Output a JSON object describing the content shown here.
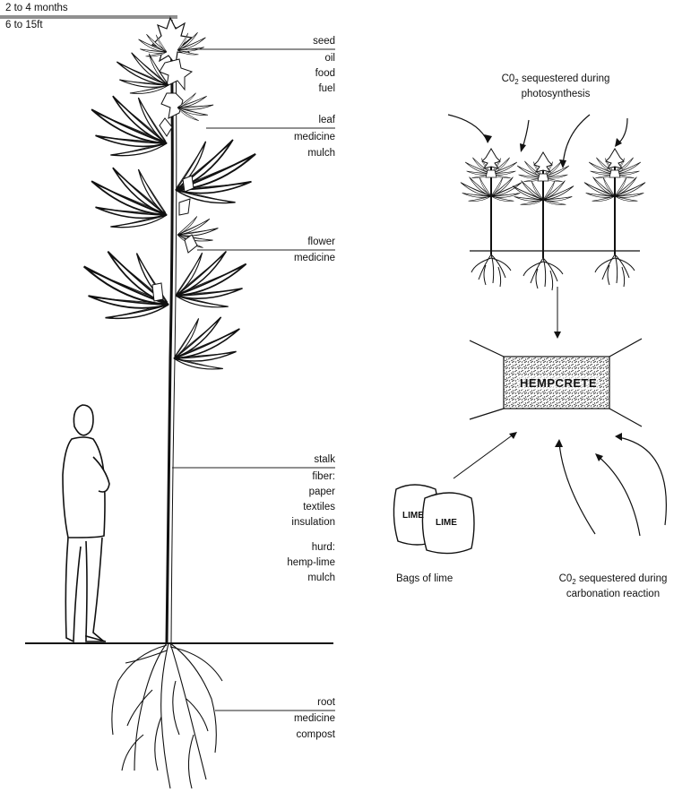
{
  "time_label": "2 to 4 months",
  "height_label": "6 to 15ft",
  "parts": {
    "seed": {
      "name": "seed",
      "uses": [
        "oil",
        "food",
        "fuel"
      ]
    },
    "leaf": {
      "name": "leaf",
      "uses": [
        "medicine",
        "mulch"
      ]
    },
    "flower": {
      "name": "flower",
      "uses": [
        "medicine"
      ]
    },
    "stalk": {
      "name": "stalk",
      "fiber_label": "fiber:",
      "fiber_uses": [
        "paper",
        "textiles",
        "insulation"
      ],
      "hurd_label": "hurd:",
      "hurd_uses": [
        "hemp-lime",
        "mulch"
      ]
    },
    "root": {
      "name": "root",
      "uses": [
        "medicine",
        "compost"
      ]
    }
  },
  "co2_top": {
    "line1_pre": "C0",
    "line1_sub": "2",
    "line1_post": " sequestered during",
    "line2": "photosynthesis"
  },
  "hempcrete_label": "HEMPCRETE",
  "bags": {
    "bag1": "LIME",
    "bag2": "LIME",
    "caption": "Bags of lime"
  },
  "co2_bottom": {
    "line1_pre": "C0",
    "line1_sub": "2",
    "line1_post": " sequestered during",
    "line2": "carbonation reaction"
  }
}
